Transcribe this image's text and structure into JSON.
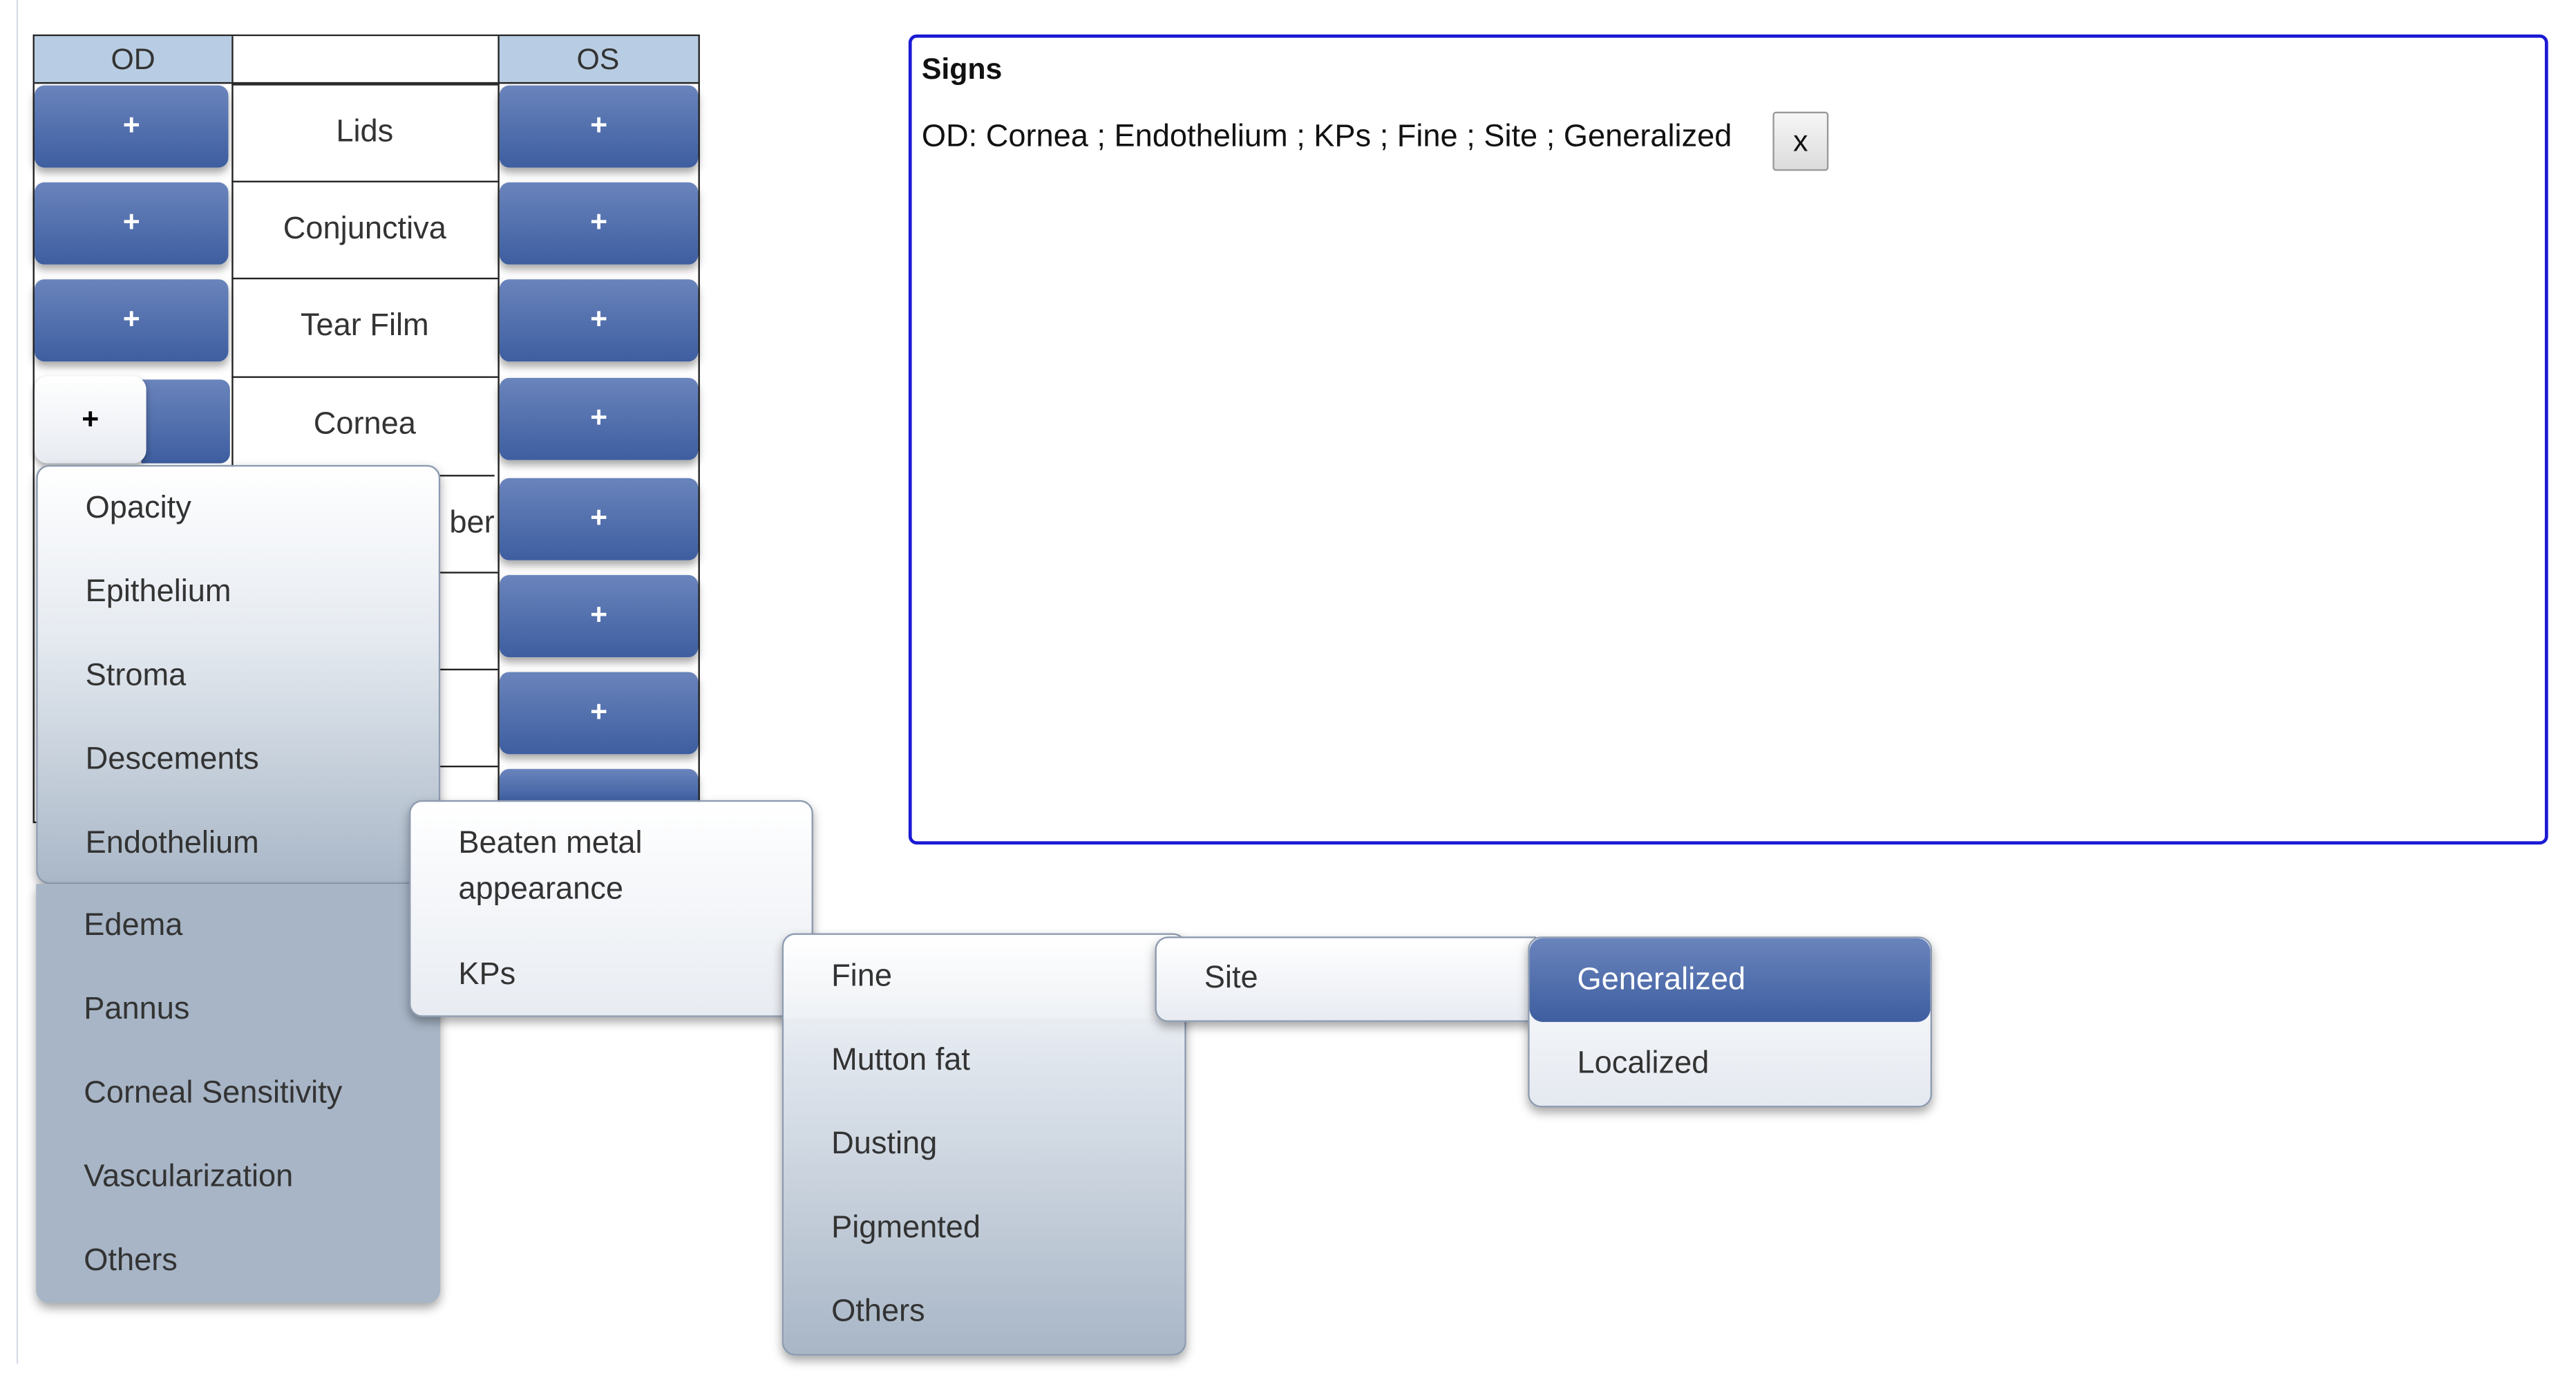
{
  "grid": {
    "header_od": "OD",
    "header_mid": "",
    "header_os": "OS",
    "plus_label": "+",
    "rows": [
      "Lids",
      "Conjunctiva",
      "Tear Film",
      "Cornea",
      "Anterior Chamber",
      "",
      "",
      ""
    ],
    "fifth_row_visible_fragment": "ber"
  },
  "menus": {
    "cornea_items": [
      "Opacity",
      "Epithelium",
      "Stroma",
      "Descements",
      "Endothelium",
      "Edema",
      "Pannus",
      "Corneal Sensitivity",
      "Vascularization",
      "Others"
    ],
    "endothelium_items": [
      "Beaten metal appearance",
      "KPs"
    ],
    "kps_items": [
      "Fine",
      "Mutton fat",
      "Dusting",
      "Pigmented",
      "Others"
    ],
    "fine_items": [
      "Site"
    ],
    "site_items": [
      "Generalized",
      "Localized"
    ]
  },
  "signs": {
    "title": "Signs",
    "text": "OD: Cornea ; Endothelium ; KPs ; Fine ; Site ; Generalized",
    "remove_label": "x"
  },
  "colors": {
    "button": "#4f6aa8",
    "header": "#b8cde3",
    "panel_border": "#1a1ad4"
  }
}
